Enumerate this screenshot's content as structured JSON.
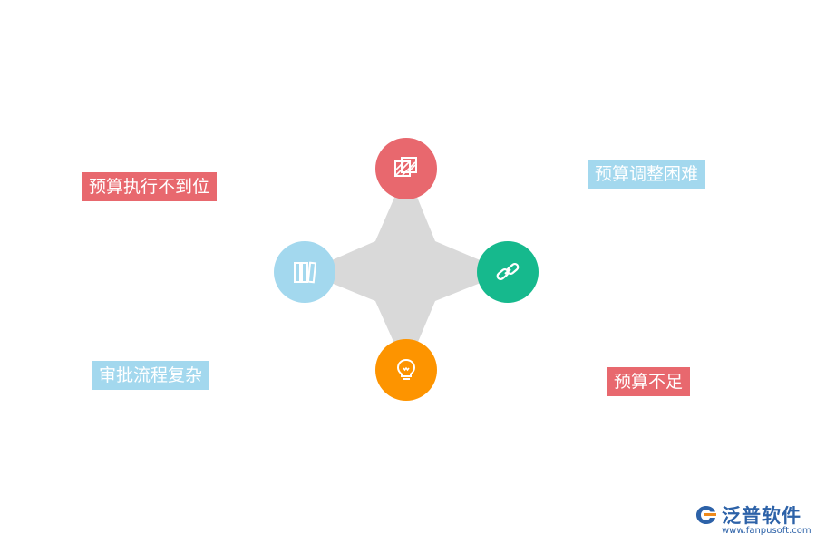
{
  "colors": {
    "red": "#e8686e",
    "green": "#16b98d",
    "blue": "#a3d8ee",
    "orange": "#fd9400",
    "star": "#d9d9d9",
    "logo_blue": "#2d62a8",
    "logo_orange": "#ef8a1b"
  },
  "labels": {
    "top_left": "预算执行不到位",
    "top_right": "预算调整困难",
    "bottom_left": "审批流程复杂",
    "bottom_right": "预算不足"
  },
  "nodes": {
    "top": {
      "icon": "hatched-squares-icon",
      "color": "red"
    },
    "left": {
      "icon": "books-icon",
      "color": "blue"
    },
    "right": {
      "icon": "chain-link-icon",
      "color": "green"
    },
    "bottom": {
      "icon": "lightbulb-icon",
      "color": "orange"
    }
  },
  "logo": {
    "name": "泛普软件",
    "url": "www.fanpusoft.com"
  }
}
